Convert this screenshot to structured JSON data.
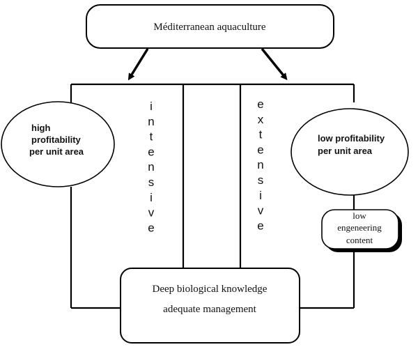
{
  "diagram": {
    "top_node": {
      "label": "Méditerranean aquaculture"
    },
    "branches": {
      "left": {
        "label": "intensive"
      },
      "right": {
        "label": "extensive"
      }
    },
    "left_ellipse": {
      "lines": [
        "high",
        "profitability",
        "per unit area"
      ]
    },
    "right_ellipse": {
      "lines": [
        "low profitability",
        "per unit area"
      ]
    },
    "engineering_box": {
      "lines": [
        "low",
        "engeneering",
        "content"
      ]
    },
    "bottom_node": {
      "lines": [
        "Deep biological knowledge",
        "adequate management"
      ]
    },
    "colors": {
      "stroke": "#000000",
      "text": "#111111",
      "background": "#ffffff"
    }
  }
}
